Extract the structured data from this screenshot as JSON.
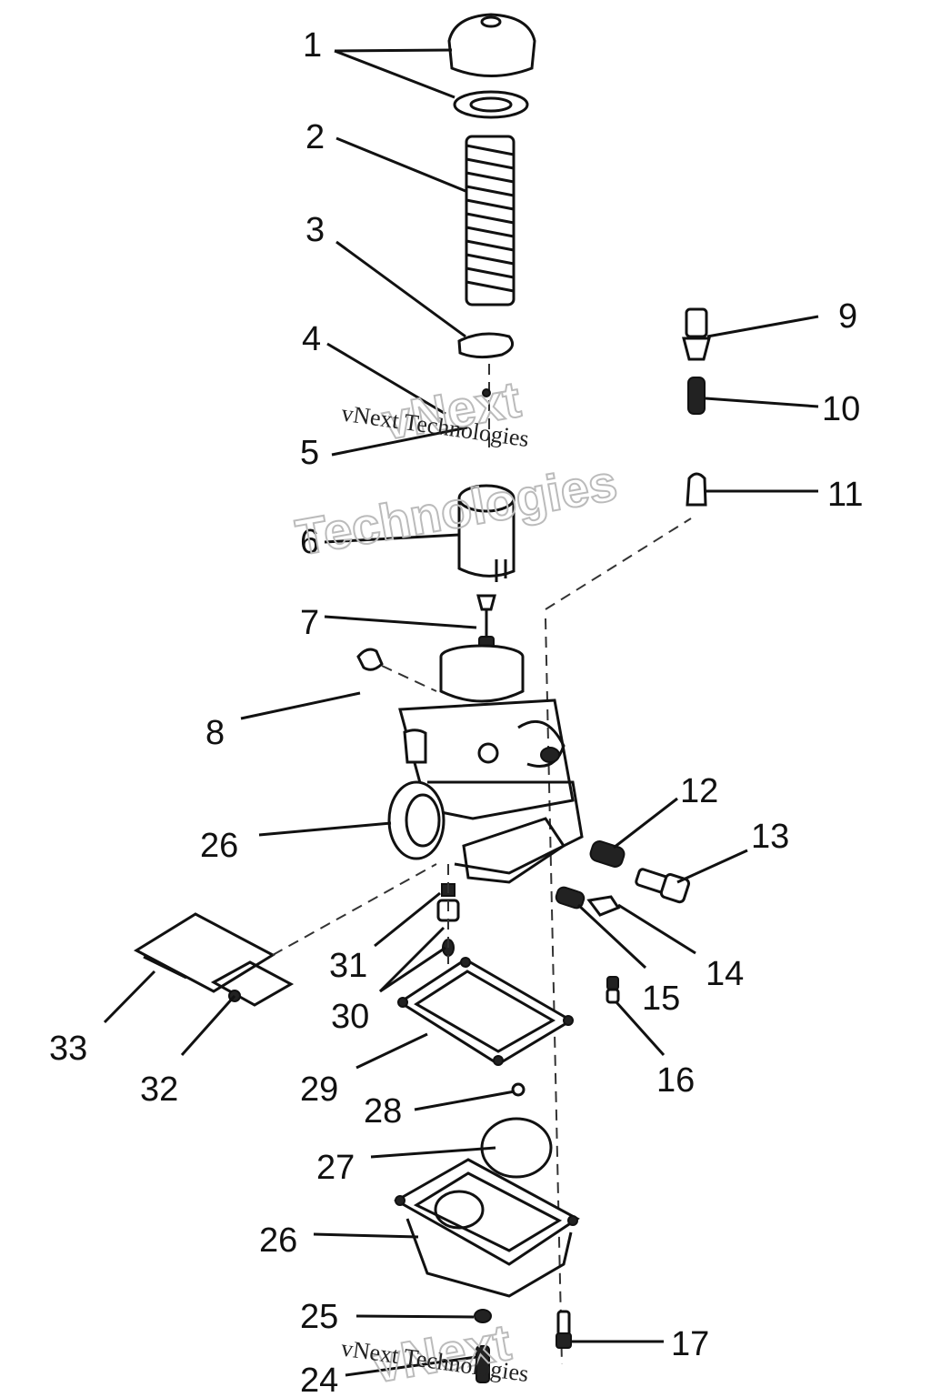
{
  "labels": [
    {
      "id": "p1",
      "text": "1"
    },
    {
      "id": "p2",
      "text": "2"
    },
    {
      "id": "p3",
      "text": "3"
    },
    {
      "id": "p4",
      "text": "4"
    },
    {
      "id": "p5",
      "text": "5"
    },
    {
      "id": "p6",
      "text": "6"
    },
    {
      "id": "p7",
      "text": "7"
    },
    {
      "id": "p8",
      "text": "8"
    },
    {
      "id": "p9",
      "text": "9"
    },
    {
      "id": "p10",
      "text": "10"
    },
    {
      "id": "p11",
      "text": "11"
    },
    {
      "id": "p12",
      "text": "12"
    },
    {
      "id": "p13",
      "text": "13"
    },
    {
      "id": "p14",
      "text": "14"
    },
    {
      "id": "p15",
      "text": "15"
    },
    {
      "id": "p16",
      "text": "16"
    },
    {
      "id": "p17",
      "text": "17"
    },
    {
      "id": "p24",
      "text": "24"
    },
    {
      "id": "p25",
      "text": "25"
    },
    {
      "id": "p26a",
      "text": "26"
    },
    {
      "id": "p26b",
      "text": "26"
    },
    {
      "id": "p27",
      "text": "27"
    },
    {
      "id": "p28",
      "text": "28"
    },
    {
      "id": "p29",
      "text": "29"
    },
    {
      "id": "p30",
      "text": "30"
    },
    {
      "id": "p31",
      "text": "31"
    },
    {
      "id": "p32",
      "text": "32"
    },
    {
      "id": "p33",
      "text": "33"
    }
  ],
  "watermark": {
    "line1": "vNext",
    "line2": "Technologies",
    "small": "vNext Technologies"
  }
}
